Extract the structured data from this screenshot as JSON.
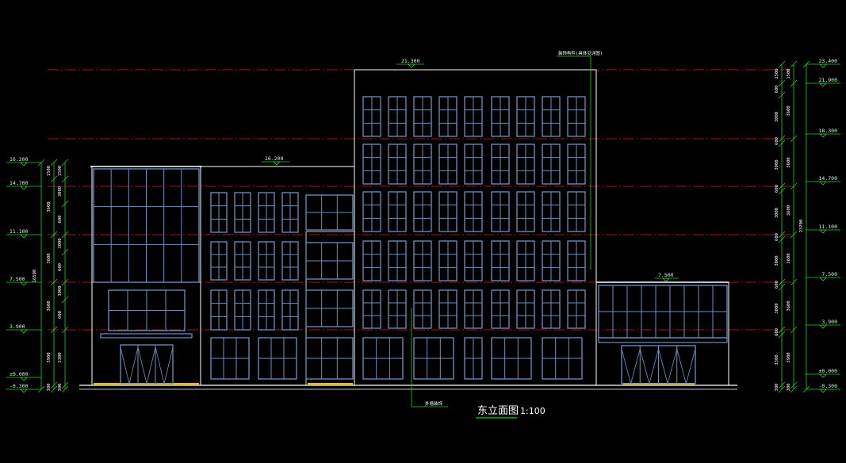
{
  "title": "东立面图",
  "scale": "1:100",
  "annotations": {
    "top_left": "21.300",
    "top_right": "装饰构件(具体见详图)",
    "mid_left": "16.200",
    "right_wing": "7.500",
    "bottom": "外墙装饰"
  },
  "left_levels": [
    "16.200",
    "14.700",
    "11.100",
    "7.500",
    "3.900",
    "±0.000",
    "-0.300"
  ],
  "left_total": "16500",
  "left_dims_a": [
    "1500",
    "3600",
    "3600",
    "3600",
    "3900",
    "300"
  ],
  "left_dims_b": [
    "1500",
    "3000",
    "600",
    "3000",
    "600",
    "3000",
    "600",
    "3300",
    "300"
  ],
  "right_levels": [
    "23.400",
    "21.900",
    "18.300",
    "14.700",
    "11.100",
    "7.500",
    "3.900",
    "±0.000",
    "-0.300"
  ],
  "right_total": "23700",
  "right_dims_a": [
    "1500",
    "3600",
    "3600",
    "3600",
    "3600",
    "3600",
    "3900",
    "300"
  ],
  "right_dims_b": [
    "1500",
    "600",
    "3000",
    "600",
    "3000",
    "600",
    "3000",
    "600",
    "3000",
    "600",
    "3000",
    "600",
    "3300",
    "300"
  ],
  "colors": {
    "outline": "#ffffff",
    "window": "#7090c0",
    "level_line": "#d02020",
    "dimension": "#20d020",
    "yellow": "#e0c020"
  }
}
